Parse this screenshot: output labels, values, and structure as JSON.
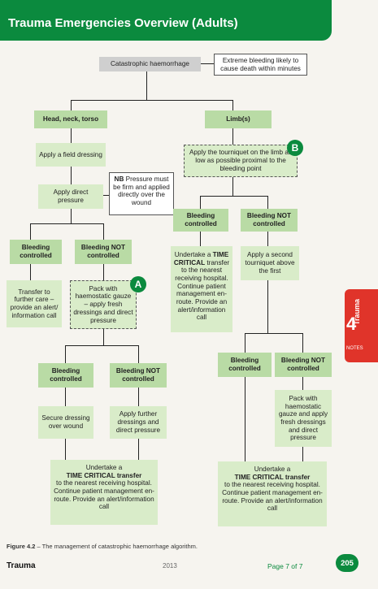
{
  "header": {
    "title": "Trauma Emergencies Overview (Adults)"
  },
  "flow": {
    "start": "Catastrophic haemorrhage",
    "start_note": "Extreme bleeding likely to cause death within minutes",
    "head": {
      "title": "Head, neck, torso",
      "field_dressing": "Apply a field dressing",
      "direct_pressure": "Apply direct pressure",
      "nb_label": "NB",
      "nb_text": " Pressure must be firm and applied directly over the wound",
      "controlled": "Bleeding controlled",
      "not_controlled": "Bleeding NOT controlled",
      "transfer": "Transfer to further care – provide an alert/ information call",
      "pack": "Pack with haemostatic gauze – apply fresh dressings and direct pressure",
      "badge": "A",
      "controlled2": "Bleeding controlled",
      "not_controlled2": "Bleeding NOT controlled",
      "secure": "Secure dressing over wound",
      "further": "Apply further dressings and direct pressure",
      "final_pre": "Undertake a",
      "final_bold": "TIME CRITICAL transfer",
      "final_post": "to the nearest receiving hospital. Continue patient management en-route. Provide an alert/information call"
    },
    "limb": {
      "title": "Limb(s)",
      "tourniquet": "Apply the tourniquet on the limb as low as possible proximal to the bleeding point",
      "badge": "B",
      "controlled": "Bleeding controlled",
      "not_controlled": "Bleeding NOT controlled",
      "tc_pre": "Undertake a",
      "tc_bold": "TIME CRITICAL",
      "tc_post": "transfer to the nearest receiving hospital. Continue patient management en-route. Provide an alert/information call",
      "second_tq": "Apply a second tourniquet above the first",
      "controlled2": "Bleeding controlled",
      "not_controlled2": "Bleeding NOT controlled",
      "pack": "Pack with haemostatic gauze and apply fresh dressings and direct pressure",
      "final_pre": "Undertake a",
      "final_bold": "TIME CRITICAL transfer",
      "final_post": "to the nearest receiving hospital. Continue patient management en-route. Provide an alert/information call"
    }
  },
  "side_tab": {
    "number": "4",
    "word": "Trauma",
    "notes": "NOTES"
  },
  "caption": {
    "label": "Figure 4.2",
    "text": " – The management of catastrophic haemorrhage algorithm."
  },
  "footer": {
    "section": "Trauma",
    "year": "2013",
    "page_text": "Page 7 of 7",
    "page_number": "205"
  },
  "colors": {
    "brand_green": "#0b8a3e",
    "box_dark": "#b9dba5",
    "box_light": "#d9ecc9",
    "tab_red": "#e0342a"
  }
}
